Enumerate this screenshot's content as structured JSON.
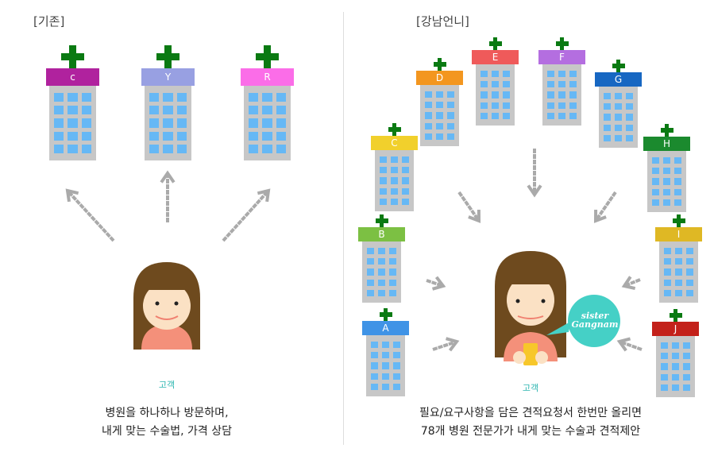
{
  "left": {
    "title": "[기존]",
    "hospitals": [
      {
        "label": "c",
        "color": "#b0229e"
      },
      {
        "label": "Y",
        "color": "#98a0e2"
      },
      {
        "label": "R",
        "color": "#fb6de8"
      }
    ],
    "customer_label": "고객",
    "description": [
      "병원을 하나하나 방문하며,",
      "내게 맞는 수술법, 가격 상담"
    ]
  },
  "right": {
    "title": "[강남언니]",
    "hospitals": [
      {
        "label": "A",
        "color": "#3f93e6"
      },
      {
        "label": "B",
        "color": "#7cc043"
      },
      {
        "label": "C",
        "color": "#f1d02c"
      },
      {
        "label": "D",
        "color": "#f3961f"
      },
      {
        "label": "E",
        "color": "#ef5a5a"
      },
      {
        "label": "F",
        "color": "#b46ee0"
      },
      {
        "label": "G",
        "color": "#1767c2"
      },
      {
        "label": "H",
        "color": "#1b8a2e"
      },
      {
        "label": "I",
        "color": "#dfb824"
      },
      {
        "label": "J",
        "color": "#c3211a"
      }
    ],
    "customer_label": "고객",
    "bubble_logo": "sister Gangnam",
    "description": [
      "필요/요구사항을 담은 견적요청서 한번만 올리면",
      "78개 병원 전문가가 내게 맞는 수술과 견적제안"
    ]
  }
}
